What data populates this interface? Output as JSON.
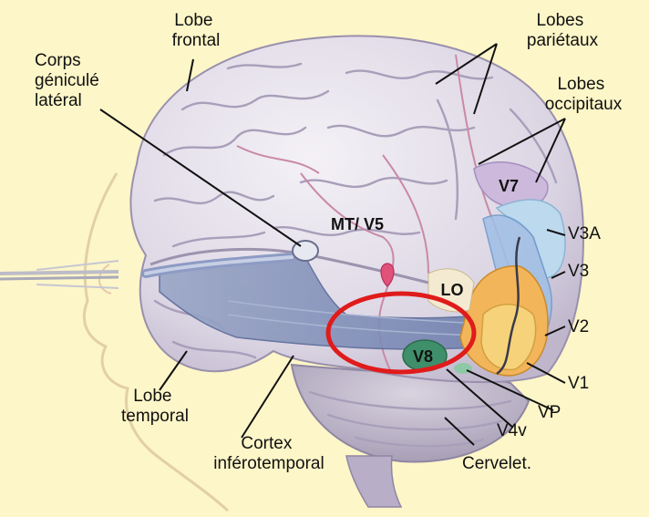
{
  "diagram": {
    "background_color": "#fdf6c8",
    "highlight_color": "#e01b1b",
    "labels": {
      "lobe_frontal": [
        "Lobe",
        "frontal"
      ],
      "corps_genicule": [
        "Corps",
        "géniculé",
        "latéral"
      ],
      "lobes_parietaux": [
        "Lobes",
        "pariétaux"
      ],
      "lobes_occipitaux": [
        "Lobes",
        "occipitaux"
      ],
      "lobe_temporal": [
        "Lobe",
        "temporal"
      ],
      "cortex_inferotemporal": [
        "Cortex",
        "inférotemporal"
      ],
      "cervelet": "Cervelet.",
      "mt_v5": "MT/ V5",
      "lo": "LO",
      "v7": "V7",
      "v8": "V8",
      "v3a": "V3A",
      "v3": "V3",
      "v2": "V2",
      "v1": "V1",
      "vp": "VP",
      "v4v": "V4v"
    },
    "area_colors": {
      "v7": "#cdb9dc",
      "v3a": "#bcd9ee",
      "v3": "#9fbfe6",
      "v2": "#f2b55a",
      "v1": "#f6d27a",
      "v8": "#3f8f6a",
      "lo": "#f4ead2",
      "mt_v5": "#e0527a",
      "optic_radiation": "#8090b8"
    }
  }
}
